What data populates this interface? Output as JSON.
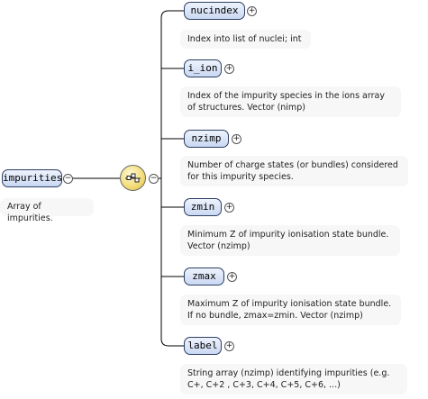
{
  "root": {
    "label": "impurities",
    "doc": "Array of impurities.",
    "toggle": "−"
  },
  "sequence": {
    "icon": "sequence-compositor-icon",
    "toggle": "−"
  },
  "children": [
    {
      "label": "nucindex",
      "toggle": "+",
      "doc": [
        "Index into list of nuclei; int"
      ]
    },
    {
      "label": "i_ion",
      "toggle": "+",
      "doc": [
        "Index of the impurity species in the ions array",
        "of structures. Vector (nimp)"
      ]
    },
    {
      "label": "nzimp",
      "toggle": "+",
      "doc": [
        "Number of charge states (or bundles) considered",
        "for this impurity species."
      ]
    },
    {
      "label": "zmin",
      "toggle": "+",
      "doc": [
        "Minimum Z of impurity ionisation state bundle.",
        "Vector (nzimp)"
      ]
    },
    {
      "label": "zmax",
      "toggle": "+",
      "doc": [
        "Maximum Z of impurity ionisation state bundle.",
        "If no bundle, zmax=zmin. Vector (nzimp)"
      ]
    },
    {
      "label": "label",
      "toggle": "+",
      "doc": [
        "String array (nzimp) identifying impurities (e.g.",
        "C+, C+2 , C+3, C+4, C+5, C+6, ...)"
      ]
    }
  ]
}
